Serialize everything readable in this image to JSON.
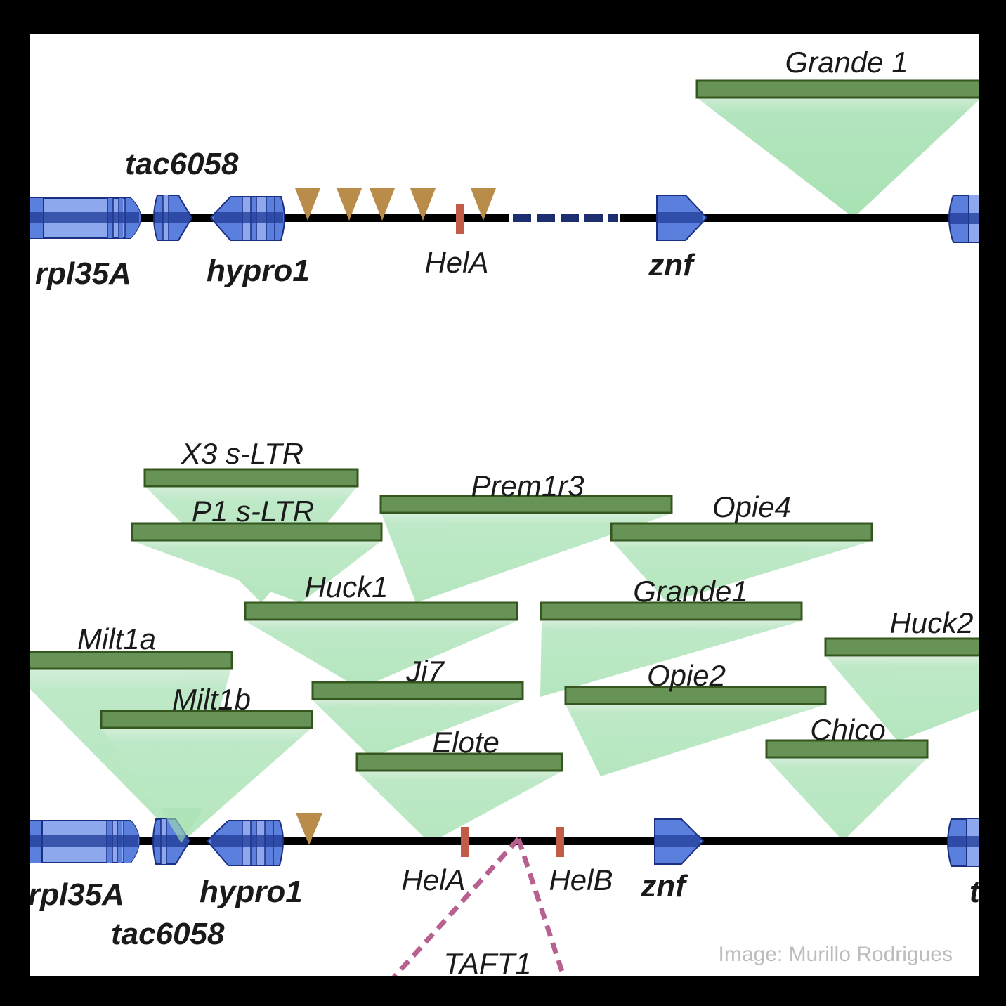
{
  "credit": "Image: Murillo Rodrigues",
  "colors": {
    "backbone": "#000000",
    "gene_fill": "#5b7fdc",
    "gene_light": "#8ea8ee",
    "gene_dark": "#1e3a96",
    "gene_stroke": "#1a2f80",
    "te_bar": "#679456",
    "te_bar_stroke": "#36561f",
    "insertion_fill": "#a8e2b3",
    "small_insertion": "#b98c4a",
    "helitron_mark": "#c25b47",
    "deletion": "#1c2f6e",
    "taft": "#b86090"
  },
  "top_track": {
    "genes": [
      {
        "name": "rpl35A",
        "label": "rpl35A"
      },
      {
        "name": "tac6058",
        "label": "tac6058"
      },
      {
        "name": "hypro1",
        "label": "hypro1"
      },
      {
        "name": "znf",
        "label": "znf"
      }
    ],
    "helitron_labels": [
      "HelA"
    ],
    "small_insertion_count": 5,
    "transposons": [
      {
        "label": "Grande 1"
      }
    ]
  },
  "bottom_track": {
    "genes": [
      {
        "name": "rpl35A",
        "label": "rpl35A"
      },
      {
        "name": "tac6058",
        "label": "tac6058"
      },
      {
        "name": "hypro1",
        "label": "hypro1"
      },
      {
        "name": "znf",
        "label": "znf"
      },
      {
        "name": "truncated",
        "label": "t"
      }
    ],
    "helitron_labels": [
      "HelA",
      "HelB"
    ],
    "small_insertion_count": 1,
    "taft_label": "TAFT1",
    "transposons": [
      {
        "label": "X3 s-LTR"
      },
      {
        "label": "P1 s-LTR"
      },
      {
        "label": "Prem1r3"
      },
      {
        "label": "Opie4"
      },
      {
        "label": "Huck1"
      },
      {
        "label": "Grande1"
      },
      {
        "label": "Huck2"
      },
      {
        "label": "Milt1a"
      },
      {
        "label": "Ji7"
      },
      {
        "label": "Opie2"
      },
      {
        "label": "Milt1b"
      },
      {
        "label": "Elote"
      },
      {
        "label": "Chico"
      }
    ]
  }
}
